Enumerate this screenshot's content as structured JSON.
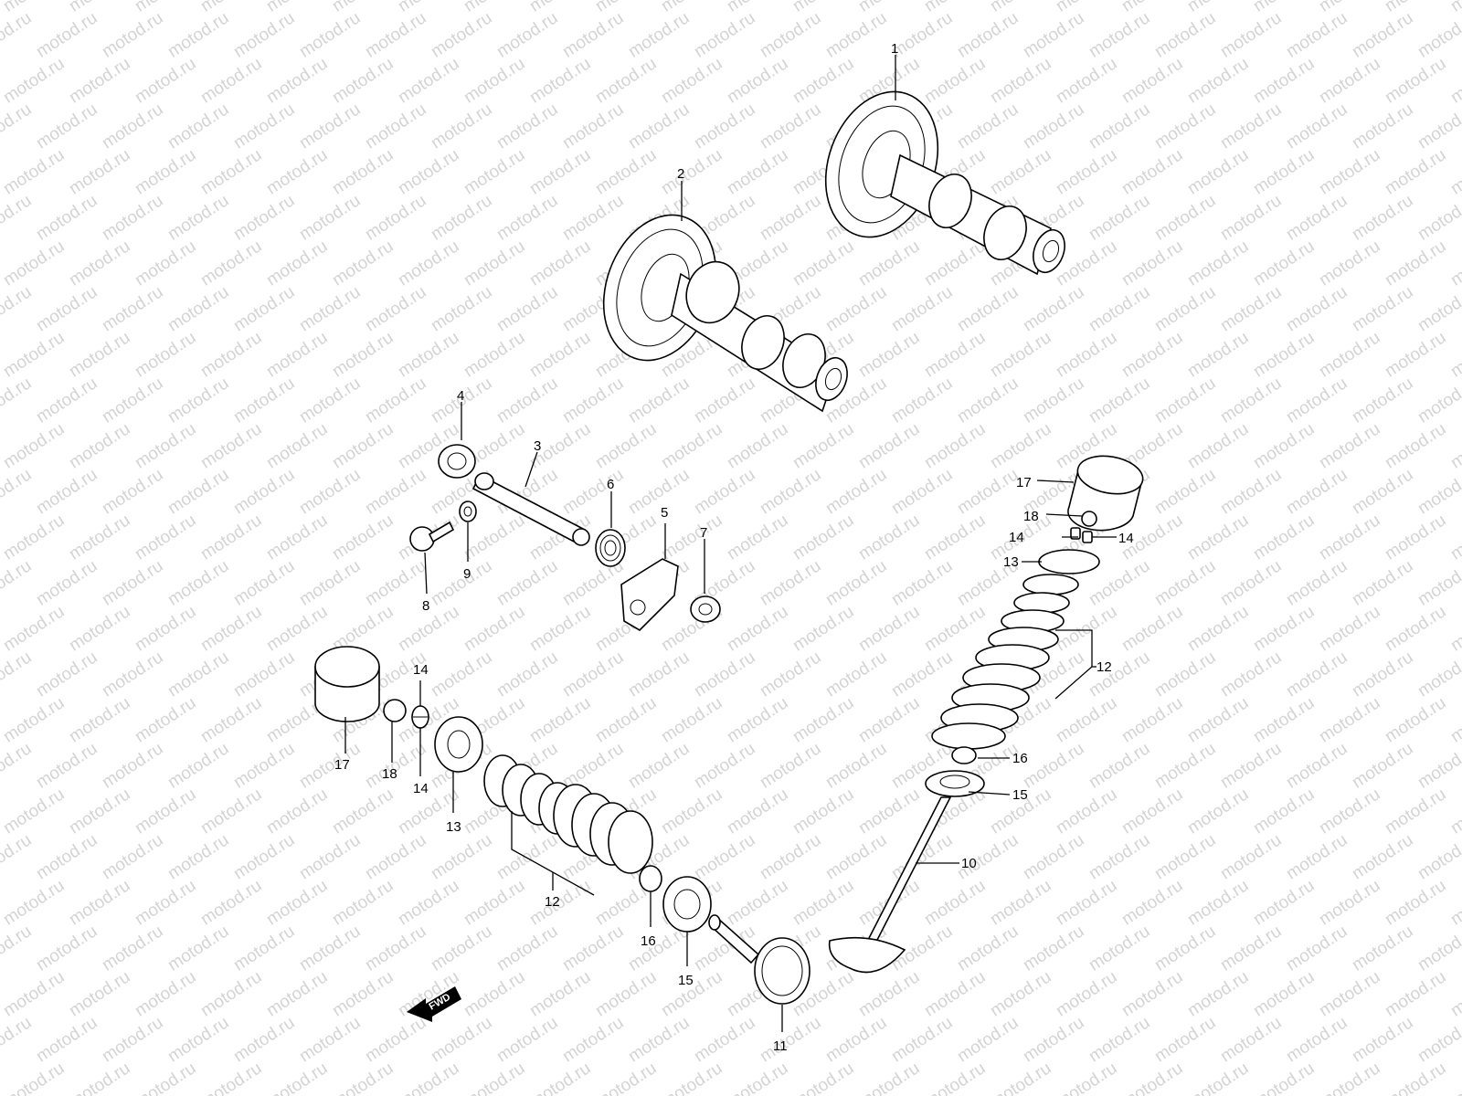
{
  "watermark": "motod.ru",
  "fwd_label": "FWD",
  "callouts": {
    "p1": "1",
    "p2": "2",
    "p3": "3",
    "p4": "4",
    "p5": "5",
    "p6": "6",
    "p7": "7",
    "p8": "8",
    "p9": "9",
    "p10": "10",
    "p11": "11",
    "p12_left": "12",
    "p12_right": "12",
    "p13_left": "13",
    "p13_right": "13",
    "p14_left_top": "14",
    "p14_left_bottom": "14",
    "p14_right_a": "14",
    "p14_right_b": "14",
    "p15_left": "15",
    "p15_right": "15",
    "p16_left": "16",
    "p16_right": "16",
    "p17_left": "17",
    "p17_right": "17",
    "p18_left": "18",
    "p18_right": "18"
  },
  "colors": {
    "line": "#000000",
    "watermark": "#d4d4d4",
    "background": "#ffffff"
  }
}
